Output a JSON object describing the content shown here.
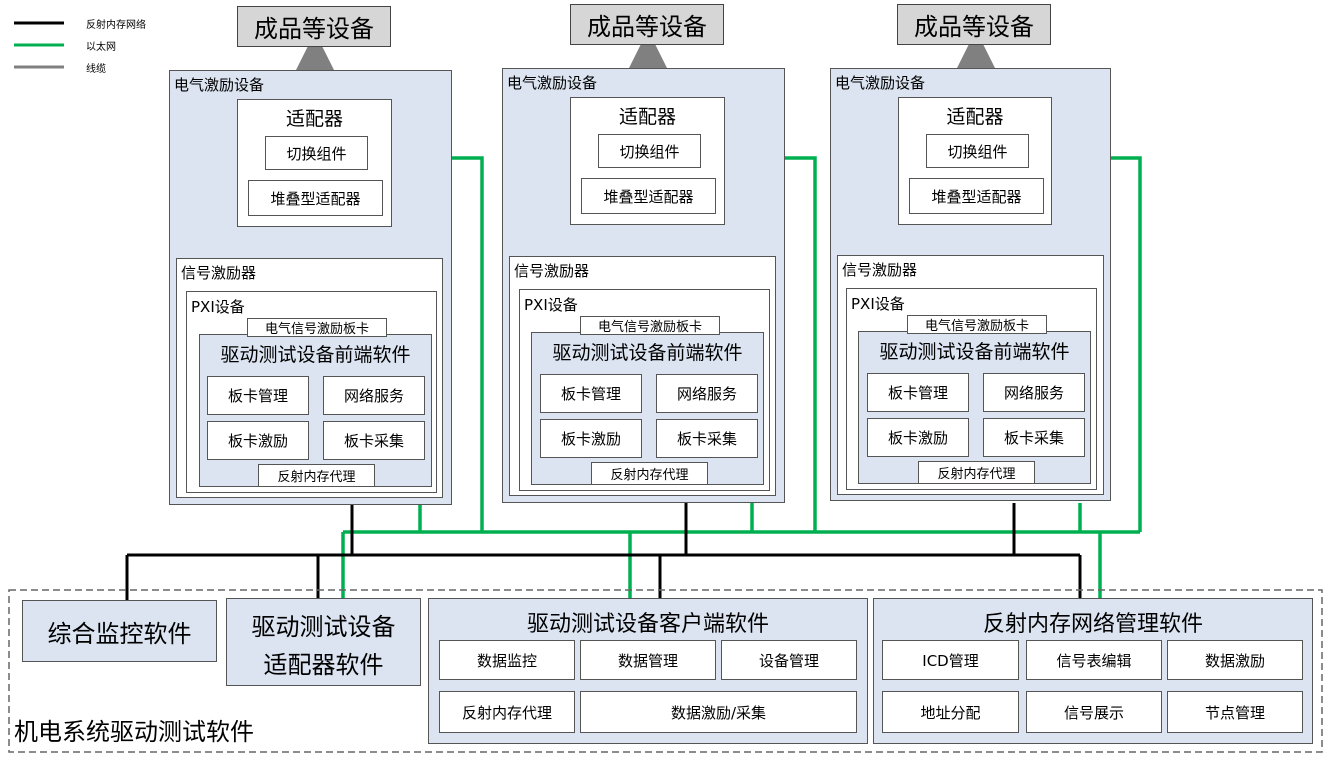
{
  "legend": [
    {
      "label": "反射内存网络",
      "color": "#000000"
    },
    {
      "label": "以太网",
      "color": "#00b050"
    },
    {
      "label": "线缆",
      "color": "#808080"
    }
  ],
  "product_equipment": "成品等设备",
  "electrical_device": {
    "title": "电气激励设备",
    "adapter": {
      "title": "适配器",
      "switch": "切换组件",
      "stacked": "堆叠型适配器"
    },
    "signal_exciter": {
      "title": "信号激励器",
      "pxi": "PXI设备",
      "card": "电气信号激励板卡",
      "frontend": {
        "title": "驱动测试设备前端软件",
        "card_mgmt": "板卡管理",
        "network_service": "网络服务",
        "card_excite": "板卡激励",
        "card_collect": "板卡采集",
        "reflect_proxy": "反射内存代理"
      }
    }
  },
  "system": {
    "title": "机电系统驱动测试软件",
    "monitor": "综合监控软件",
    "adapter_sw": {
      "line1": "驱动测试设备",
      "line2": "适配器软件"
    },
    "client": {
      "title": "驱动测试设备客户端软件",
      "data_monitor": "数据监控",
      "data_mgmt": "数据管理",
      "device_mgmt": "设备管理",
      "reflect_proxy": "反射内存代理",
      "excite_collect": "数据激励/采集"
    },
    "rm_mgmt": {
      "title": "反射内存网络管理软件",
      "icd": "ICD管理",
      "signal_edit": "信号表编辑",
      "data_excite": "数据激励",
      "addr_alloc": "地址分配",
      "signal_show": "信号展示",
      "node_mgmt": "节点管理"
    }
  }
}
